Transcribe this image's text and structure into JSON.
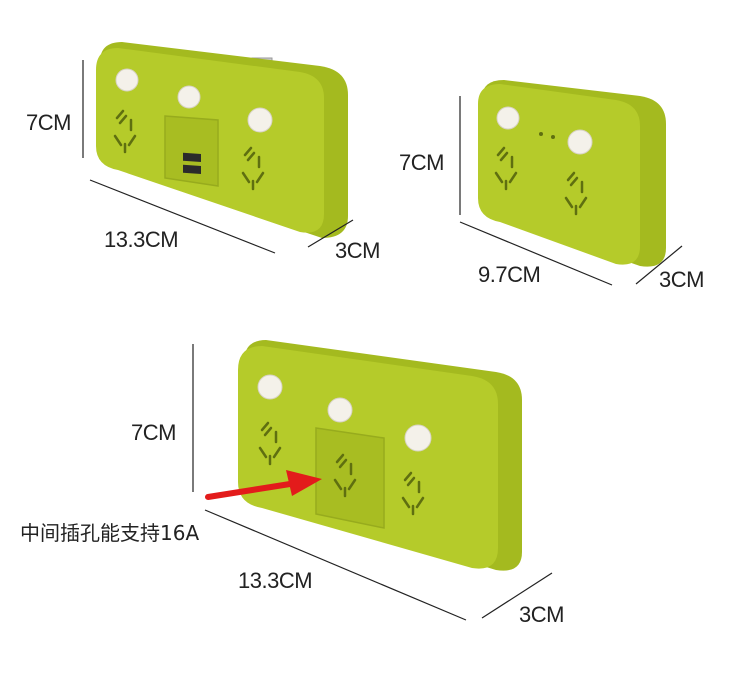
{
  "colors": {
    "body": "#b5cb2a",
    "body_dark": "#9db322",
    "body_side": "#a4ba1f",
    "button": "#f4f1ea",
    "line": "#222222",
    "arrow": "#e31b1b"
  },
  "products": [
    {
      "name": "three-socket-usb",
      "height_label": "7CM",
      "width_label": "13.3CM",
      "depth_label": "3CM"
    },
    {
      "name": "two-socket",
      "height_label": "7CM",
      "width_label": "9.7CM",
      "depth_label": "3CM"
    },
    {
      "name": "three-socket",
      "height_label": "7CM",
      "width_label": "13.3CM",
      "depth_label": "3CM"
    }
  ],
  "note": "中间插孔能支持16A"
}
